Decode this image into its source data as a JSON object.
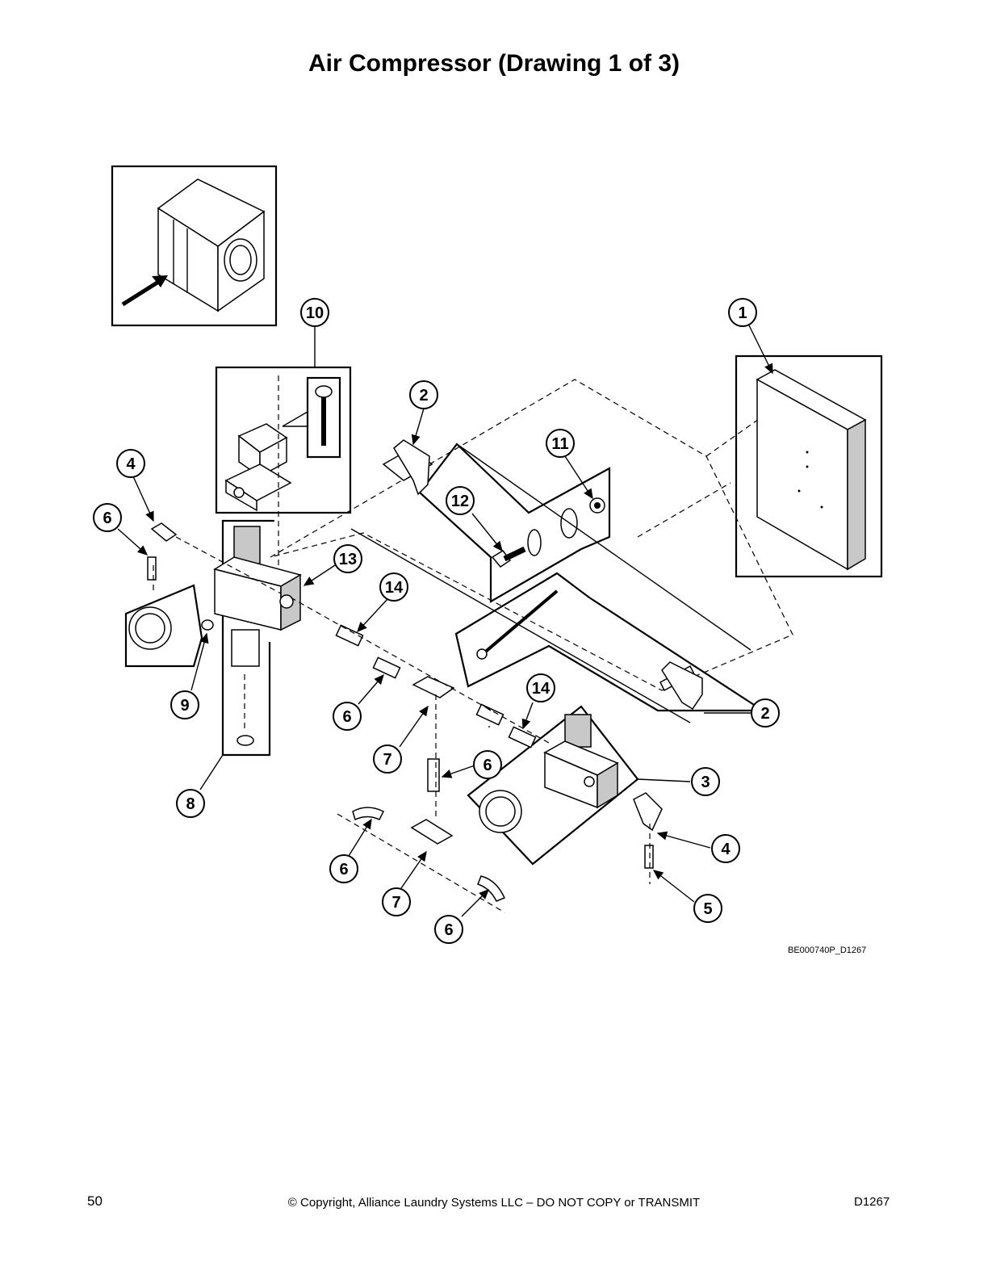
{
  "title": "Air Compressor (Drawing 1 of 3)",
  "drawing_ref": "BE000740P_D1267",
  "footer": {
    "page_number": "50",
    "copyright": "© Copyright, Alliance Laundry Systems LLC – DO NOT COPY or TRANSMIT",
    "doc_id": "D1267"
  },
  "callouts": [
    "10",
    "1",
    "2",
    "11",
    "4",
    "12",
    "6",
    "13",
    "14",
    "9",
    "6",
    "14",
    "2",
    "7",
    "6",
    "8",
    "3",
    "6",
    "4",
    "7",
    "5",
    "6"
  ]
}
